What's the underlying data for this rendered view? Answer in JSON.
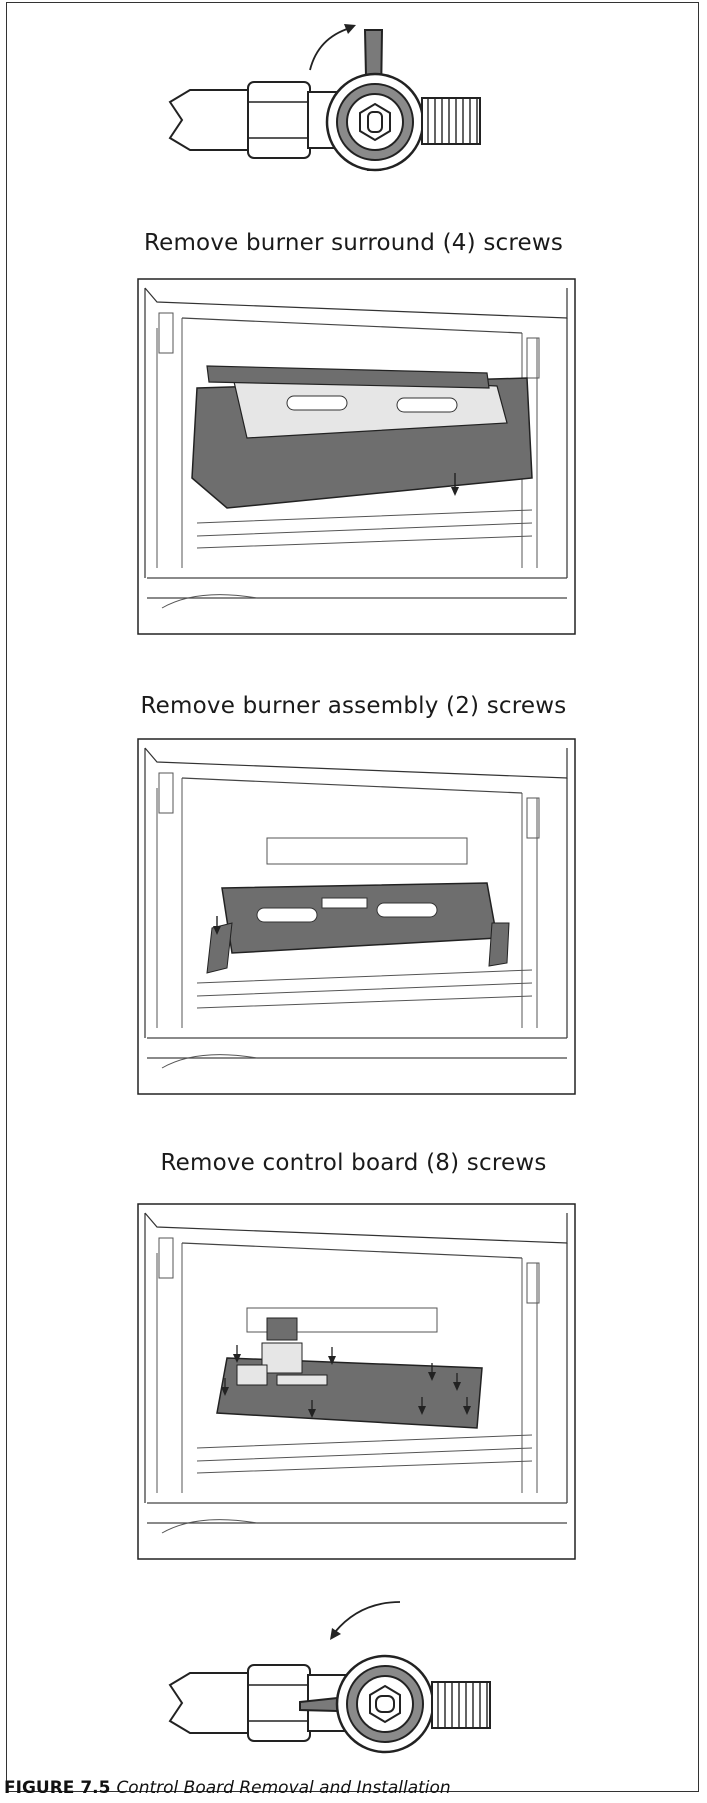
{
  "figure": {
    "number": "FIGURE 7.5",
    "title": "Control Board Removal and Installation"
  },
  "steps": [
    {
      "label": "Remove burner surround (4) screws"
    },
    {
      "label": "Remove burner assembly (2) screws"
    },
    {
      "label": "Remove control board (8) screws"
    }
  ],
  "valves": {
    "top": {
      "state": "valve-handle-vertical"
    },
    "bottom": {
      "state": "valve-handle-horizontal"
    }
  },
  "colors": {
    "line": "#2a2a2a",
    "fill_dark": "#6e6e6e",
    "fill_light": "#e6e6e6"
  }
}
